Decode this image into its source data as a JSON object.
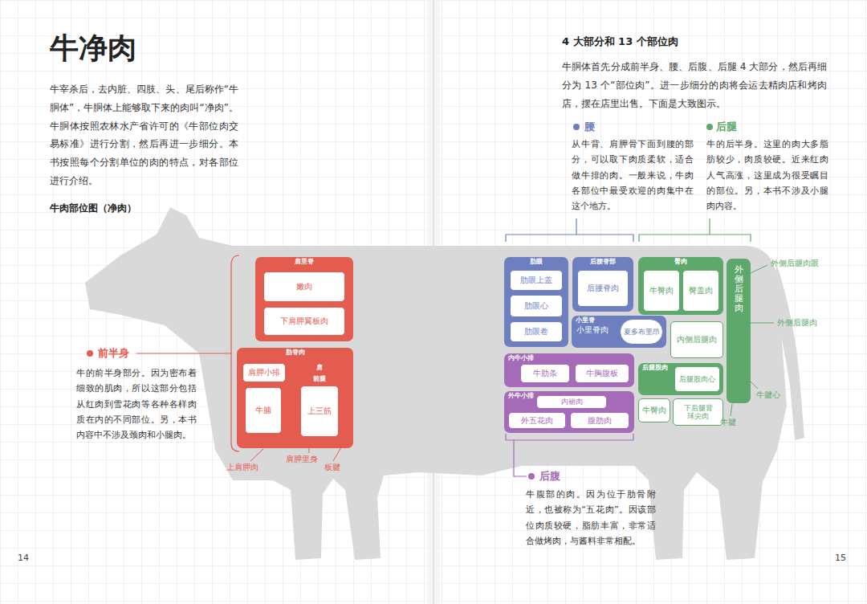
{
  "diagram": {
    "title": "牛净肉",
    "nodes": [
      {
        "text": [
          "肩里脊"
        ]
      },
      {
        "text": [
          "嫩肉"
        ],
        "in": 0
      },
      {
        "text": [
          "下肩胛翼板肉"
        ],
        "in": 0
      },
      {
        "text": [
          "肋脊肉"
        ]
      },
      {
        "text": [
          "肩胛小排"
        ],
        "in": 3
      },
      {
        "text": [
          "牛腩"
        ],
        "in": 3
      },
      {
        "text": [
          "肩"
        ],
        "in": 3
      },
      {
        "text": [
          "前腿"
        ],
        "in": 6
      },
      {
        "text": [
          "上三筋"
        ],
        "in": 7
      },
      {
        "text": [
          "肋眼"
        ]
      },
      {
        "text": [
          "肋眼上盖"
        ],
        "in": 9
      },
      {
        "text": [
          "肋眼心"
        ],
        "in": 9
      },
      {
        "text": [
          "肋眼卷"
        ],
        "in": 9
      },
      {
        "text": [
          "后腰脊部"
        ]
      },
      {
        "text": [
          "后腰脊肉"
        ],
        "in": 13
      },
      {
        "text": [
          "小里脊",
          "小里脊肉"
        ]
      },
      {
        "text": [
          "夏多布里昂"
        ],
        "in": 15
      },
      {
        "text": [
          "内牛小排"
        ]
      },
      {
        "text": [
          "牛肋条"
        ],
        "in": 17
      },
      {
        "text": [
          "牛胸腹板"
        ],
        "in": 17
      },
      {
        "text": [
          "外牛小排"
        ]
      },
      {
        "text": [
          "内裙肉"
        ],
        "in": 20
      },
      {
        "text": [
          "外五花肉"
        ],
        "in": 20
      },
      {
        "text": [
          "腹肋肉"
        ],
        "in": 20
      },
      {
        "text": [
          "臀肉"
        ]
      },
      {
        "text": [
          "牛臀肉"
        ],
        "in": 24
      },
      {
        "text": [
          "臀盖肉"
        ],
        "in": 24
      },
      {
        "text": [
          "外侧后腿肉"
        ]
      },
      {
        "text": [
          "内侧后腿肉"
        ]
      },
      {
        "text": [
          "后腿股肉"
        ]
      },
      {
        "text": [
          "后腿股肉心"
        ],
        "in": 29
      },
      {
        "text": [
          "牛臀肉"
        ]
      },
      {
        "text": [
          "下后腿背",
          "球尖肉"
        ]
      }
    ],
    "labels": [
      "牛宰杀后，去内脏、四肢、头、尾后称作“牛胴体”，牛胴体上能够取下来的肉叫“净肉”。牛胴体按照农林水产省许可的《牛部位肉交易标准》进行分割，然后再进一步细分。本书按照每个分割单位的肉的特点，对各部位进行介绍。",
      "牛肉部位图（净肉）",
      "4 大部分和 13 个部位肉",
      "牛胴体首先分成前半身、腰、后腹、后腿 4 大部分，然后再细分为 13 个“部位肉”。进一步细分的肉将会运去精肉店和烤肉店，摆在店里出售。下面是大致图示。",
      "腰",
      "从牛背、肩胛骨下面到腰的部分，可以取下肉质柔软，适合做牛排的肉。一般来说，牛肉各部位中最受欢迎的肉集中在这个地方。",
      "后腿",
      "牛的后半身。这里的肉大多脂肪较少，肉质较硬。近来红肉人气高涨，这里成为很受瞩目的部位。另，本书不涉及小腿肉内容。",
      "前半身",
      "牛的前半身部分。因为密布着细致的肌肉，所以这部分包括从红肉到雪花肉等各种各样肉质在内的不同部位。另，本书内容中不涉及颈肉和小腿肉。",
      "后腹",
      "牛腹部的肉。因为位于肋骨附近，也被称为“五花肉”。因该部位肉质较硬，脂肪丰富，非常适合做烤肉，与酱料非常相配。",
      "上肩胛肉",
      "肩胛里身",
      "板腱",
      "外侧后腿肉眼",
      "外侧后腿肉",
      "牛腱心",
      "牛腱",
      "14",
      "15"
    ]
  }
}
